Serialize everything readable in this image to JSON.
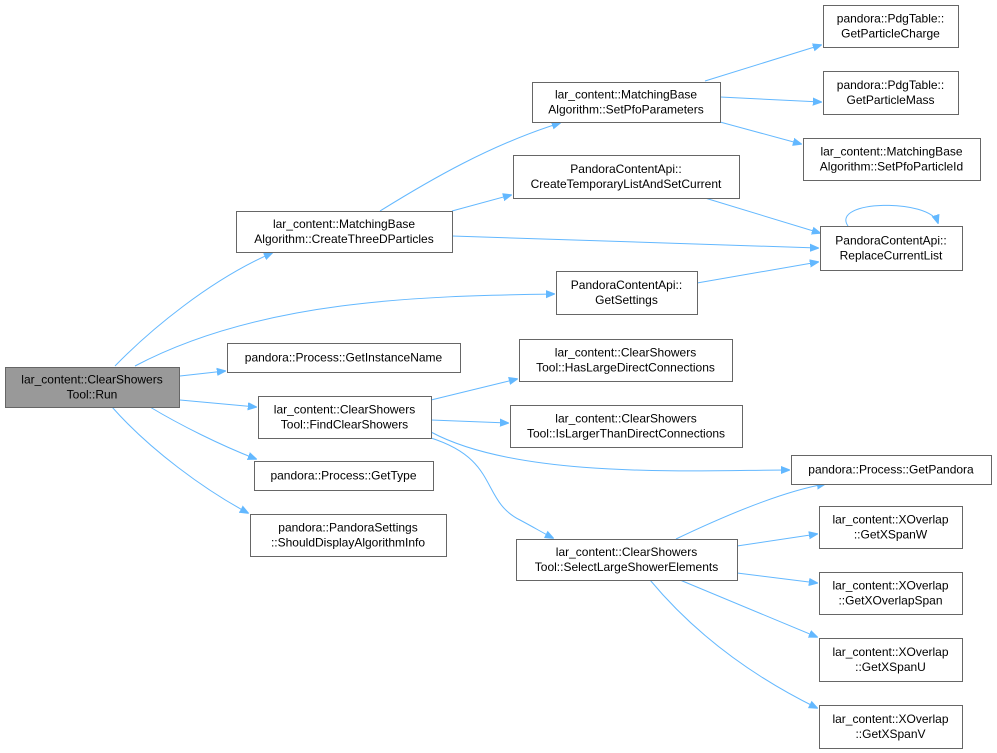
{
  "diagram": {
    "type": "call-graph",
    "edge_color": "#63b8ff",
    "node_border_color": "#666666",
    "root_fill": "#999999",
    "nodes": [
      {
        "id": "run",
        "lines": [
          "lar_content::ClearShowers",
          "Tool::Run"
        ],
        "root": true
      },
      {
        "id": "create3d",
        "lines": [
          "lar_content::MatchingBase",
          "Algorithm::CreateThreeDParticles"
        ]
      },
      {
        "id": "getsettings",
        "lines": [
          "PandoraContentApi::",
          "GetSettings"
        ]
      },
      {
        "id": "getinstancename",
        "lines": [
          "pandora::Process::GetInstanceName"
        ]
      },
      {
        "id": "findclear",
        "lines": [
          "lar_content::ClearShowers",
          "Tool::FindClearShowers"
        ]
      },
      {
        "id": "gettype",
        "lines": [
          "pandora::Process::GetType"
        ]
      },
      {
        "id": "shoulddisplay",
        "lines": [
          "pandora::PandoraSettings",
          "::ShouldDisplayAlgorithmInfo"
        ]
      },
      {
        "id": "setpfoparams",
        "lines": [
          "lar_content::MatchingBase",
          "Algorithm::SetPfoParameters"
        ]
      },
      {
        "id": "createtemp",
        "lines": [
          "PandoraContentApi::",
          "CreateTemporaryListAndSetCurrent"
        ]
      },
      {
        "id": "haslarge",
        "lines": [
          "lar_content::ClearShowers",
          "Tool::HasLargeDirectConnections"
        ]
      },
      {
        "id": "islarger",
        "lines": [
          "lar_content::ClearShowers",
          "Tool::IsLargerThanDirectConnections"
        ]
      },
      {
        "id": "selectlarge",
        "lines": [
          "lar_content::ClearShowers",
          "Tool::SelectLargeShowerElements"
        ]
      },
      {
        "id": "getcharge",
        "lines": [
          "pandora::PdgTable::",
          "GetParticleCharge"
        ]
      },
      {
        "id": "getmass",
        "lines": [
          "pandora::PdgTable::",
          "GetParticleMass"
        ]
      },
      {
        "id": "setpfoid",
        "lines": [
          "lar_content::MatchingBase",
          "Algorithm::SetPfoParticleId"
        ]
      },
      {
        "id": "replacelist",
        "lines": [
          "PandoraContentApi::",
          "ReplaceCurrentList"
        ]
      },
      {
        "id": "getpandora",
        "lines": [
          "pandora::Process::GetPandora"
        ]
      },
      {
        "id": "getxspanw",
        "lines": [
          "lar_content::XOverlap",
          "::GetXSpanW"
        ]
      },
      {
        "id": "getxoverlapspan",
        "lines": [
          "lar_content::XOverlap",
          "::GetXOverlapSpan"
        ]
      },
      {
        "id": "getxspanu",
        "lines": [
          "lar_content::XOverlap",
          "::GetXSpanU"
        ]
      },
      {
        "id": "getxspanv",
        "lines": [
          "lar_content::XOverlap",
          "::GetXSpanV"
        ]
      }
    ],
    "edges": [
      {
        "from": "run",
        "to": "create3d"
      },
      {
        "from": "run",
        "to": "getsettings"
      },
      {
        "from": "run",
        "to": "getinstancename"
      },
      {
        "from": "run",
        "to": "findclear"
      },
      {
        "from": "run",
        "to": "gettype"
      },
      {
        "from": "run",
        "to": "shoulddisplay"
      },
      {
        "from": "create3d",
        "to": "setpfoparams"
      },
      {
        "from": "create3d",
        "to": "createtemp"
      },
      {
        "from": "create3d",
        "to": "replacelist"
      },
      {
        "from": "setpfoparams",
        "to": "getcharge"
      },
      {
        "from": "setpfoparams",
        "to": "getmass"
      },
      {
        "from": "setpfoparams",
        "to": "setpfoid"
      },
      {
        "from": "createtemp",
        "to": "replacelist"
      },
      {
        "from": "getsettings",
        "to": "replacelist"
      },
      {
        "from": "replacelist",
        "to": "replacelist"
      },
      {
        "from": "findclear",
        "to": "haslarge"
      },
      {
        "from": "findclear",
        "to": "islarger"
      },
      {
        "from": "findclear",
        "to": "getpandora"
      },
      {
        "from": "findclear",
        "to": "selectlarge"
      },
      {
        "from": "selectlarge",
        "to": "getpandora"
      },
      {
        "from": "selectlarge",
        "to": "getxspanw"
      },
      {
        "from": "selectlarge",
        "to": "getxoverlapspan"
      },
      {
        "from": "selectlarge",
        "to": "getxspanu"
      },
      {
        "from": "selectlarge",
        "to": "getxspanv"
      }
    ]
  }
}
